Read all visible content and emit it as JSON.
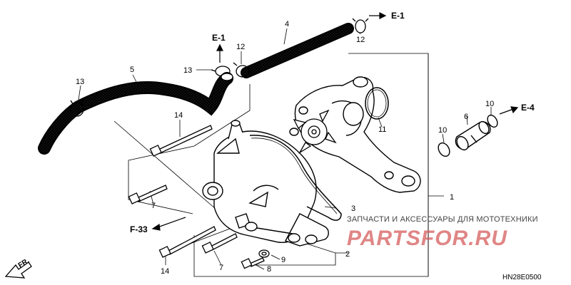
{
  "part_labels": {
    "p1": "1",
    "p2": "2",
    "p3": "3",
    "p4": "4",
    "p5": "5",
    "p6": "6",
    "p7a": "7",
    "p7b": "7",
    "p8": "8",
    "p9": "9",
    "p10a": "10",
    "p10b": "10",
    "p11": "11",
    "p12a": "12",
    "p12b": "12",
    "p13a": "13",
    "p13b": "13",
    "p14a": "14",
    "p14b": "14"
  },
  "references": {
    "e1_top": "E-1",
    "e1_mid": "E-1",
    "e4": "E-4",
    "f33": "F-33",
    "fr": "FR."
  },
  "watermark": {
    "line": "ЗАПЧАСТИ И АКСЕССУАРЫ ДЛЯ МОТОТЕХНИКИ",
    "logo": "PARTSFOR.RU"
  },
  "diagram_code": "HN28E0500"
}
